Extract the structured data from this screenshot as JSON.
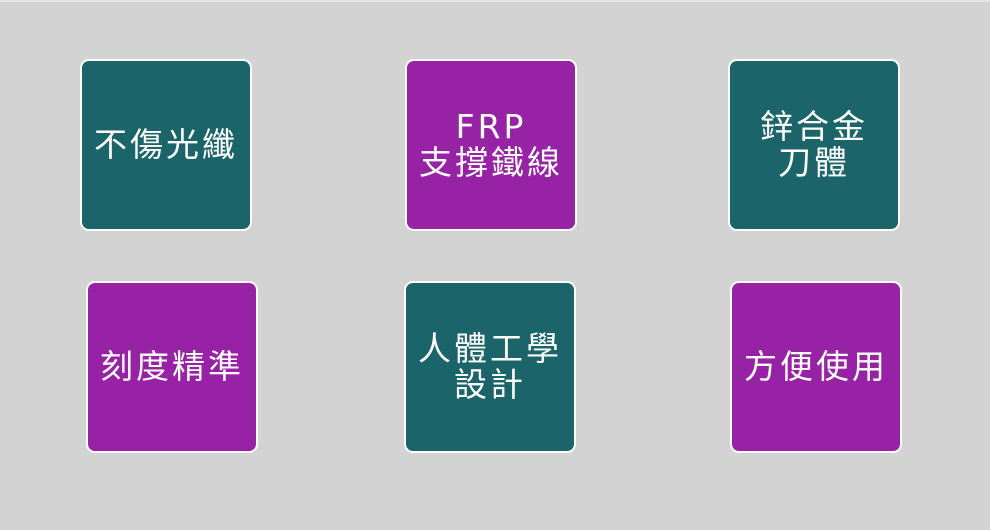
{
  "colors": {
    "background": "#d3d3d3",
    "teal": "#1b646a",
    "purple": "#9722a5",
    "text": "#ffffff"
  },
  "features": [
    {
      "label": "不傷光纖",
      "color": "teal"
    },
    {
      "label": "FRP\n支撐鐵線",
      "color": "purple"
    },
    {
      "label": "鋅合金\n刀體",
      "color": "teal"
    },
    {
      "label": "刻度精準",
      "color": "purple"
    },
    {
      "label": "人體工學\n設計",
      "color": "teal"
    },
    {
      "label": "方便使用",
      "color": "purple"
    }
  ]
}
